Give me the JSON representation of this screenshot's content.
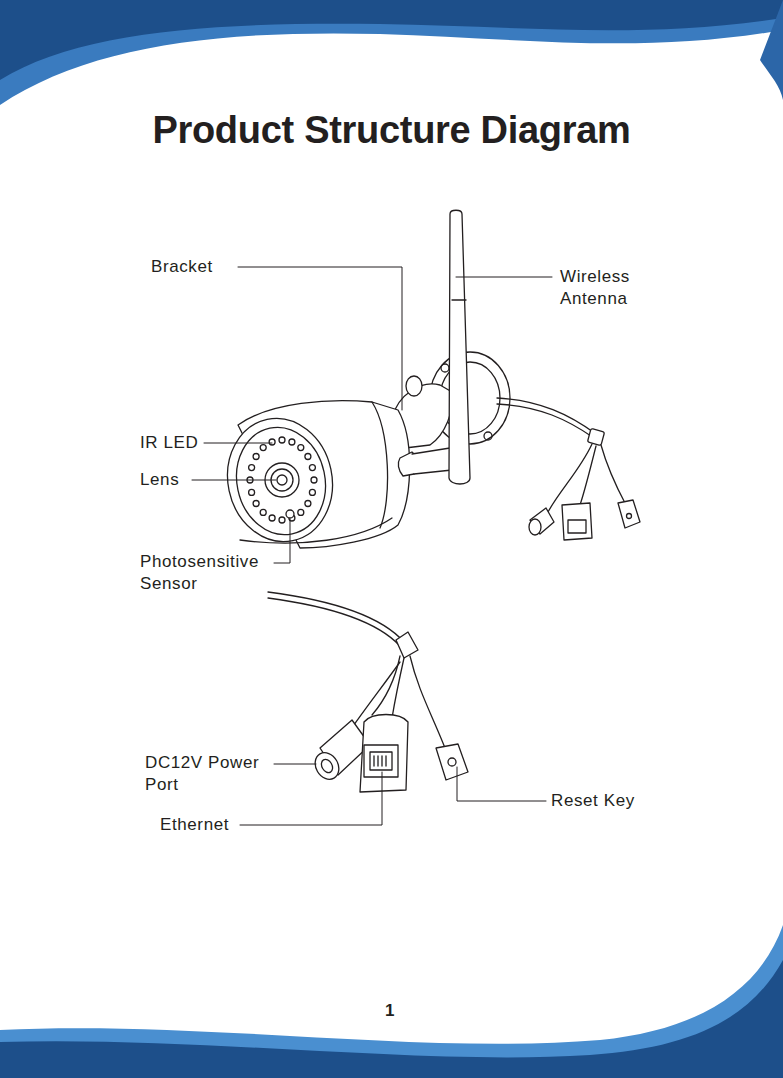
{
  "diagram": {
    "title": "Product Structure Diagram",
    "labels": [
      "Bracket",
      "Wireless Antenna",
      "IR LED",
      "Lens",
      "Photosensitive Sensor",
      "DC12V Power Port",
      "Reset Key",
      "Ethernet",
      "1"
    ]
  }
}
